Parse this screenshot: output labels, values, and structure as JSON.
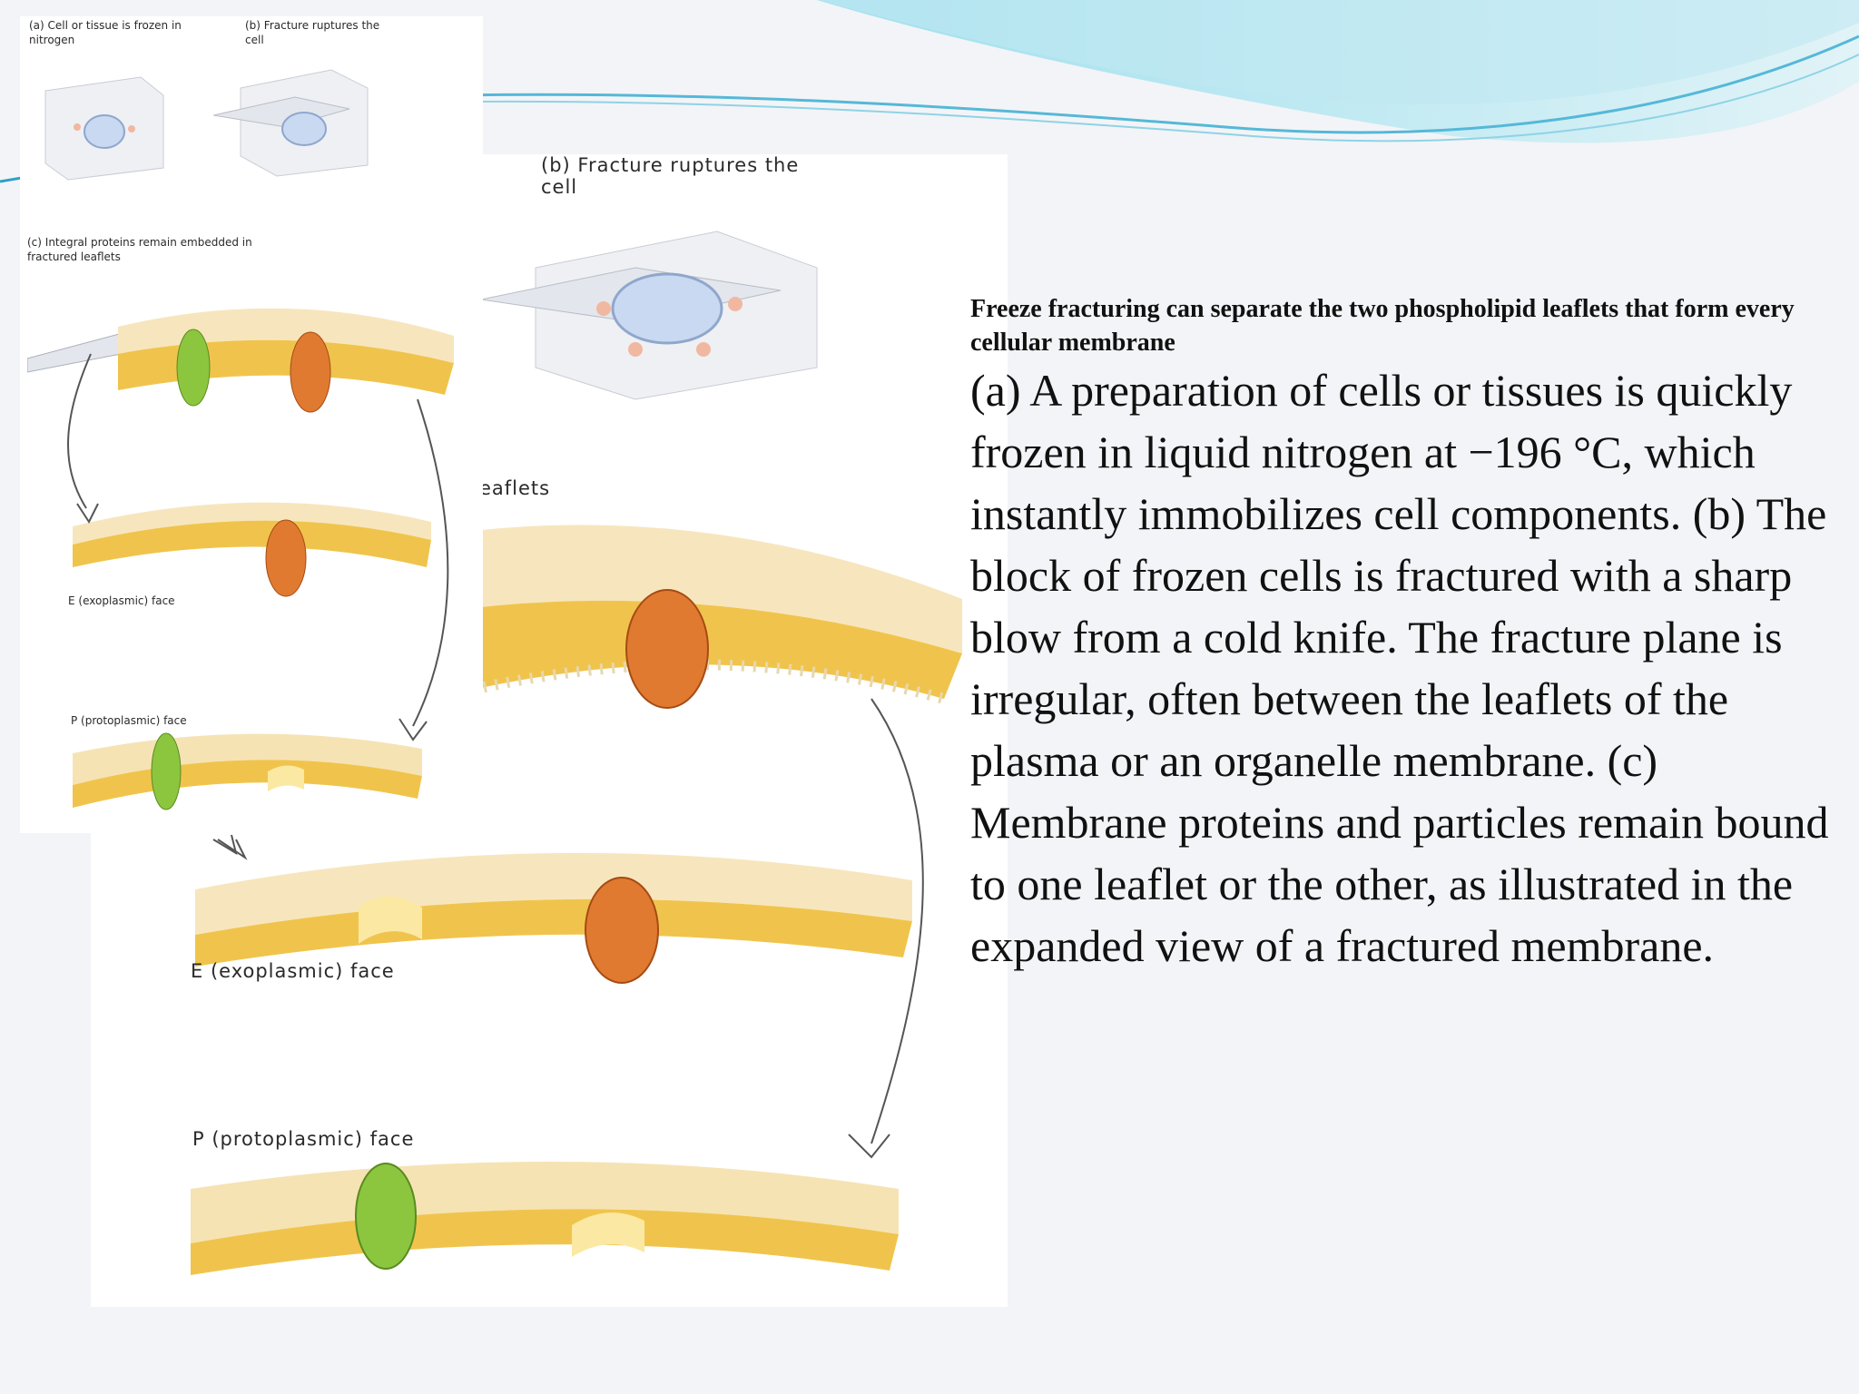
{
  "slide": {
    "caption": "Freeze fracturing can separate the two phospholipid leaflets that form every cellular membrane",
    "body": "(a) A preparation of cells or tissues is quickly frozen in liquid nitrogen at −196 °C, which instantly immobilizes cell components. (b) The block of frozen cells is fractured with a sharp blow from a cold knife. The fracture plane is irregular, often between the leaflets of the plasma or an organelle membrane. (c) Membrane proteins and particles remain bound to one leaflet or the other, as illustrated in the expanded view of a fractured membrane."
  },
  "figure_small": {
    "label_a": "(a) Cell or tissue is frozen in nitrogen",
    "label_b": "(b) Fracture ruptures the cell",
    "label_c": "(c) Integral proteins remain embedded in fractured leaflets",
    "e_face": "E (exoplasmic) face",
    "p_face": "P (protoplasmic) face"
  },
  "figure_large": {
    "label_b": "(b) Fracture ruptures the cell",
    "leaflets_fragment": "eaflets",
    "e_face": "E (exoplasmic) face",
    "p_face": "P (protoplasmic) face"
  },
  "colors": {
    "membrane_gold": "#f0c44c",
    "head_cream": "#f7e2b0",
    "protein_orange": "#e07a30",
    "protein_green": "#8cc63f",
    "wave_teal": "#6fd0e0"
  }
}
